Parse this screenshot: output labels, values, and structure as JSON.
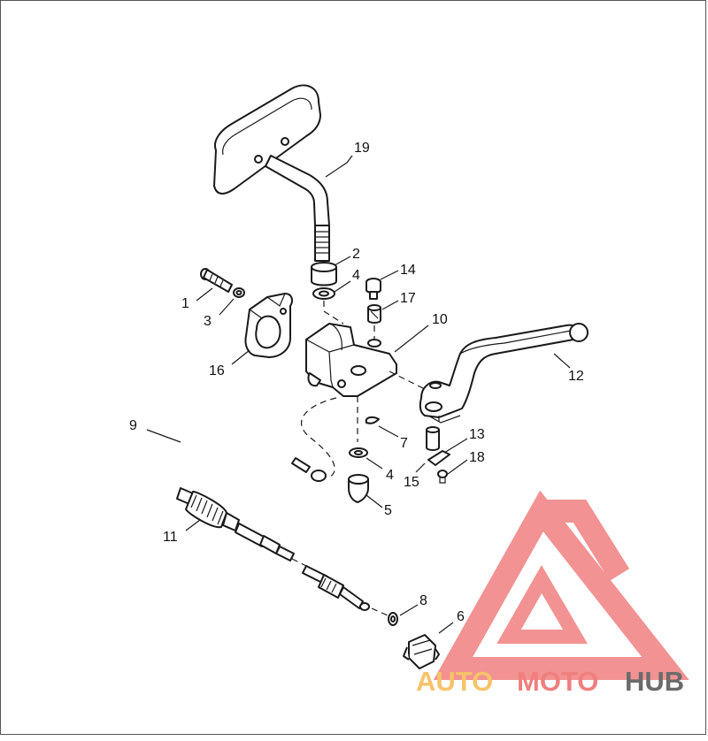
{
  "callouts": [
    {
      "id": "1",
      "text": "1"
    },
    {
      "id": "2",
      "text": "2"
    },
    {
      "id": "3",
      "text": "3"
    },
    {
      "id": "4a",
      "text": "4"
    },
    {
      "id": "4b",
      "text": "4"
    },
    {
      "id": "5",
      "text": "5"
    },
    {
      "id": "6",
      "text": "6"
    },
    {
      "id": "7",
      "text": "7"
    },
    {
      "id": "8",
      "text": "8"
    },
    {
      "id": "9",
      "text": "9"
    },
    {
      "id": "10",
      "text": "10"
    },
    {
      "id": "11",
      "text": "11"
    },
    {
      "id": "12",
      "text": "12"
    },
    {
      "id": "13",
      "text": "13"
    },
    {
      "id": "14",
      "text": "14"
    },
    {
      "id": "15",
      "text": "15"
    },
    {
      "id": "16",
      "text": "16"
    },
    {
      "id": "17",
      "text": "17"
    },
    {
      "id": "18",
      "text": "18"
    },
    {
      "id": "19",
      "text": "19"
    }
  ],
  "watermark": {
    "word_auto": "AUTO",
    "word_moto": "MOTO",
    "word_hub": "HUB",
    "color_red": "#f07f7f",
    "color_orange": "#f7c36a",
    "color_gray": "#6b6b6b"
  },
  "colors": {
    "line": "#1a1a1a",
    "background": "#ffffff"
  }
}
